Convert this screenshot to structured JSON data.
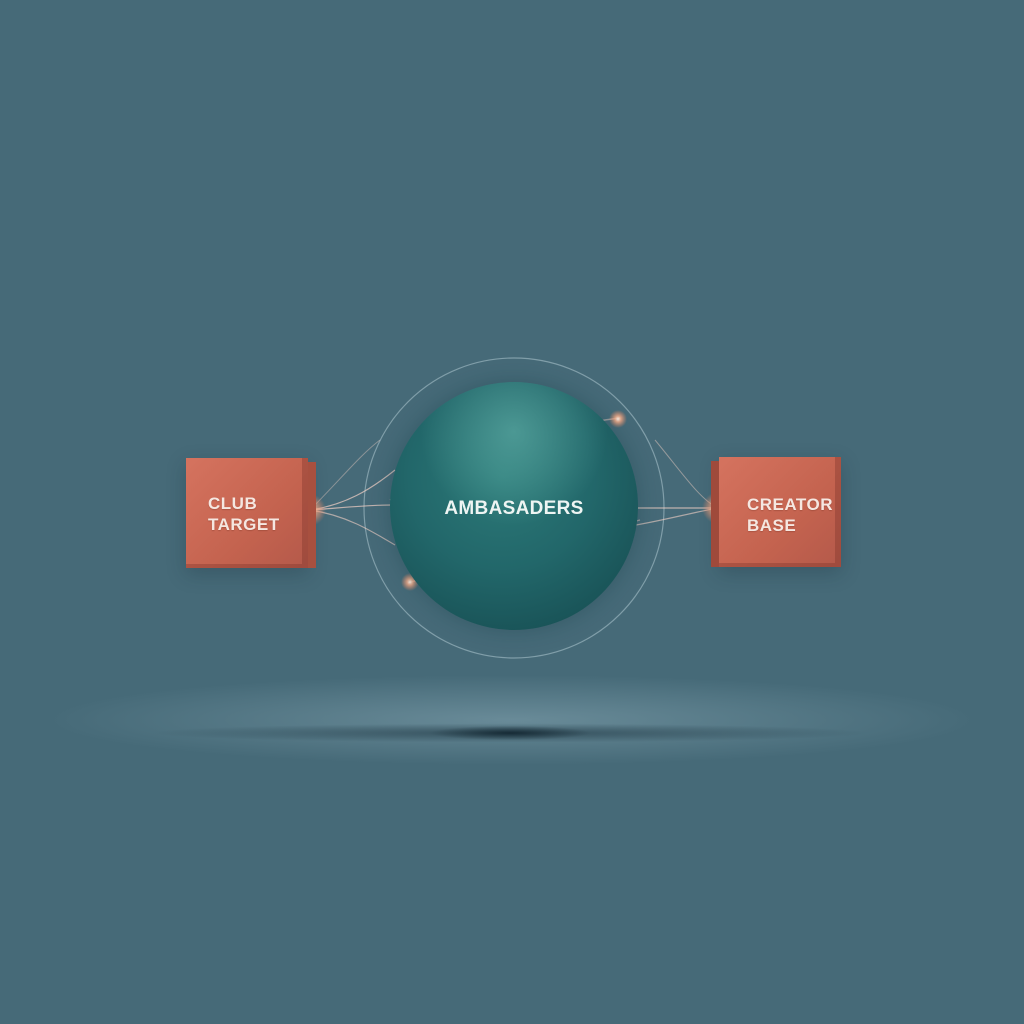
{
  "nodes": {
    "left": {
      "label_line1": "CLUB",
      "label_line2": "TARGET"
    },
    "center": {
      "label": "AMBASADERS"
    },
    "right": {
      "label_line1": "CREATOR",
      "label_line2": "BASE"
    }
  },
  "colors": {
    "background": "#4b7282",
    "box": "#c9664f",
    "sphere": "#22676a",
    "glow": "#ffb08a",
    "label_text": "#f5e7e1"
  }
}
